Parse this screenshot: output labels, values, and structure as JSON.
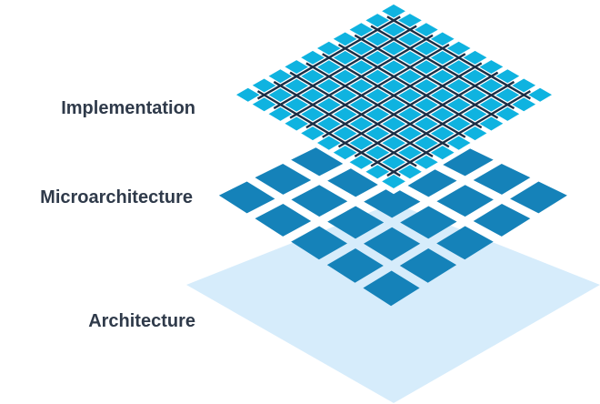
{
  "layers": [
    {
      "id": "architecture",
      "label": "Architecture",
      "color": "#d6ecfb",
      "grid": 1
    },
    {
      "id": "microarchitecture",
      "label": "Microarchitecture",
      "color": "#1582b9",
      "grid": 5
    },
    {
      "id": "implementation",
      "label": "Implementation",
      "color": "#0fb3e0",
      "grid": 10
    }
  ],
  "colors": {
    "grid_line_dark": "#1c2e45",
    "gap_white": "#ffffff",
    "label_text": "#2f3a4a"
  }
}
